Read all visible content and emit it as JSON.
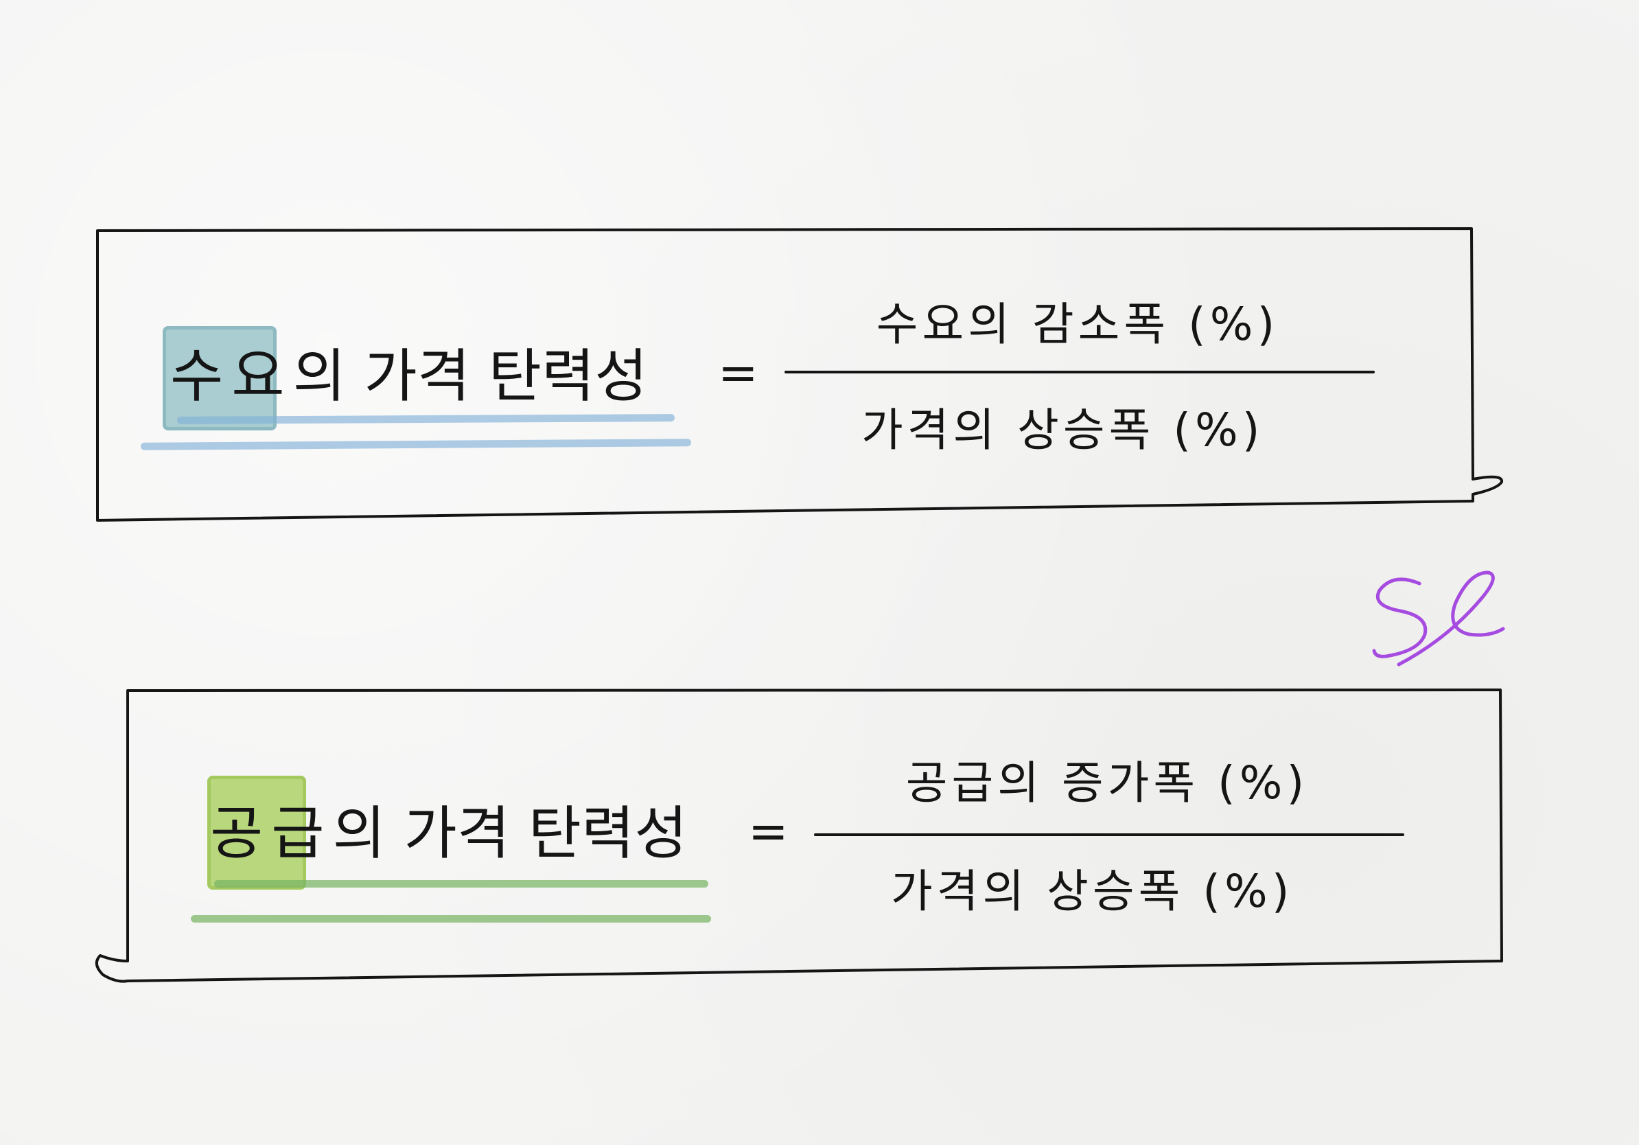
{
  "colors": {
    "ink": "#151515",
    "demand_highlight": "#68aab0",
    "demand_underline": "#82b0d7",
    "supply_highlight": "#98c83c",
    "supply_underline": "#78b464",
    "signature": "#a64be0"
  },
  "demand": {
    "subject": "수요",
    "rest": "의 가격 탄력성",
    "equals": "=",
    "numerator": "수요의 감소폭 (%)",
    "denominator": "가격의 상승폭 (%)"
  },
  "supply": {
    "subject": "공급",
    "rest": "의 가격 탄력성",
    "equals": "=",
    "numerator": "공급의 증가폭 (%)",
    "denominator": "가격의 상승폭 (%)"
  },
  "signature": {
    "icon": "handwritten-signature",
    "text": "Se"
  }
}
